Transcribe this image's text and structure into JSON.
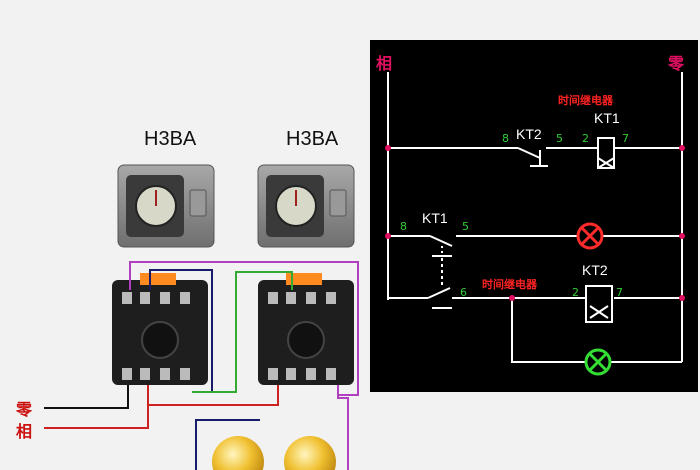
{
  "left": {
    "relay1_model": "H3BA",
    "relay2_model": "H3BA",
    "neutral_label": "零",
    "phase_label": "相"
  },
  "schematic": {
    "phase_rail": "相",
    "neutral_rail": "零",
    "time_relay_label_1": "时间继电器",
    "time_relay_label_2": "时间继电器",
    "kt2_contact": "KT2",
    "kt1_coil": "KT1",
    "kt1_contact": "KT1",
    "kt2_coil": "KT2",
    "pin_8a": "8",
    "pin_5a": "5",
    "pin_2a": "2",
    "pin_7a": "7",
    "pin_8b": "8",
    "pin_5b": "5",
    "pin_6": "6",
    "pin_2b": "2",
    "pin_7b": "7"
  },
  "colors": {
    "rail": "#e01060",
    "wire": "#ffffff",
    "pin": "#33cc33",
    "lamp_red": "#ff2a2a",
    "lamp_green": "#33dd33",
    "wire_red": "#cc2222",
    "wire_purple": "#b040c0",
    "wire_green": "#33aa33",
    "wire_navy": "#1a1a6a"
  }
}
